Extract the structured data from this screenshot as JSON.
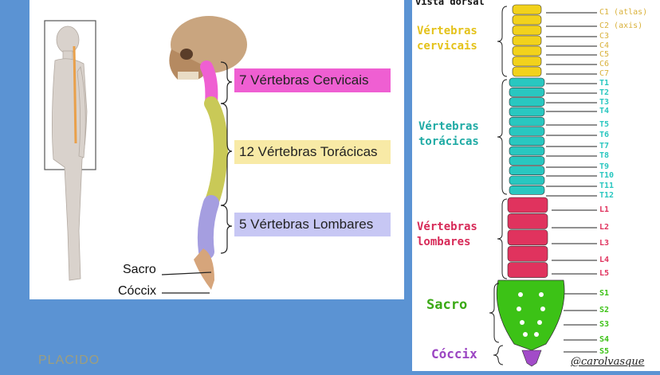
{
  "left": {
    "labels": {
      "cervical": "7 Vértebras Cervicais",
      "thoracic": "12 Vértebras Torácicas",
      "lumbar": "5 Vértebras Lombares",
      "sacrum": "Sacro",
      "coccyx": "Cóccix"
    },
    "colors": {
      "cervical": "#ef5fd2",
      "thoracic": "#f8eaa6",
      "lumbar": "#c7c7f4"
    },
    "watermark": "PLACIDO"
  },
  "right": {
    "view_title": "vista dorsal",
    "groups": {
      "cervical": "Vértebras\ncervicais",
      "thoracic": "Vértebras\ntorácicas",
      "lumbar": "Vértebras\nlombares",
      "sacrum": "Sacro",
      "coccyx": "Cóccix"
    },
    "vertebra_labels": [
      "C1 (atlas)",
      "C2 (axis)",
      "C3",
      "C4",
      "C5",
      "C6",
      "C7",
      "T1",
      "T2",
      "T3",
      "T4",
      "T5",
      "T6",
      "T7",
      "T8",
      "T9",
      "T10",
      "T11",
      "T12",
      "L1",
      "L2",
      "L3",
      "L4",
      "L5",
      "S1",
      "S2",
      "S3",
      "S4",
      "S5"
    ],
    "colors": {
      "cervical": "#f2d21c",
      "thoracic": "#29c7c0",
      "lumbar": "#e0335e",
      "sacrum": "#3cc216",
      "coccyx": "#a24bc8"
    },
    "credit": "@carolvasque"
  }
}
